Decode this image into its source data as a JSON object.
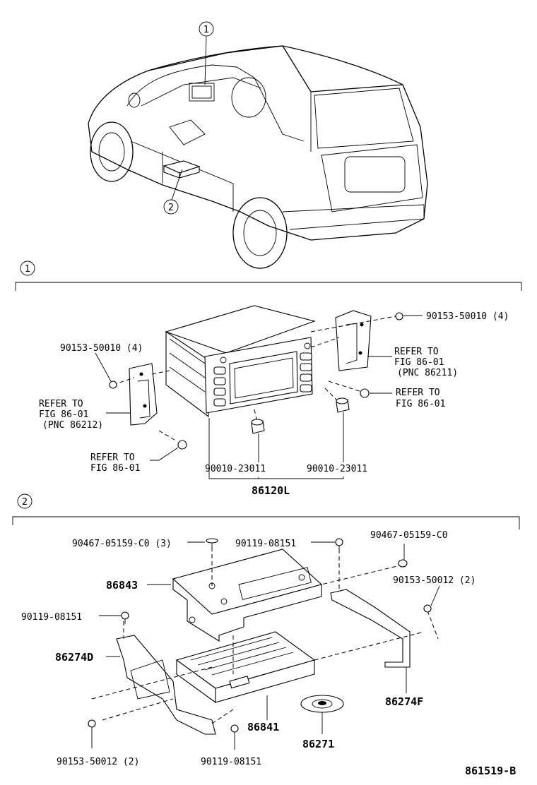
{
  "diagram_id": "861519-B",
  "callouts": {
    "one": "1",
    "two": "2"
  },
  "section1": {
    "marker": "1",
    "labels": {
      "bolt_top_right": "90153-50010 (4)",
      "bolt_left": "90153-50010 (4)",
      "refer_right_1": "REFER TO",
      "refer_right_2": "FIG 86-01",
      "refer_right_3": "(PNC 86211)",
      "refer_right_low_1": "REFER TO",
      "refer_right_low_2": "FIG 86-01",
      "refer_left_1": "REFER TO",
      "refer_left_2": "FIG 86-01",
      "refer_left_3": "(PNC 86212)",
      "refer_bottom_1": "REFER TO",
      "refer_bottom_2": "FIG 86-01",
      "knob_left": "90010-23011",
      "knob_right": "90010-23011",
      "assembly": "86120L"
    }
  },
  "section2": {
    "marker": "2",
    "labels": {
      "screw_left_top": "90467-05159-C0 (3)",
      "screw_mid_top": "90119-08151",
      "screw_right_top": "90467-05159-C0",
      "bolt_right": "90153-50012 (2)",
      "part_86843": "86843",
      "screw_left": "90119-08151",
      "bracket_left": "86274D",
      "bracket_right": "86274F",
      "part_86841": "86841",
      "disc": "86271",
      "bolt_bottom_left": "90153-50012 (2)",
      "screw_bottom": "90119-08151"
    }
  }
}
